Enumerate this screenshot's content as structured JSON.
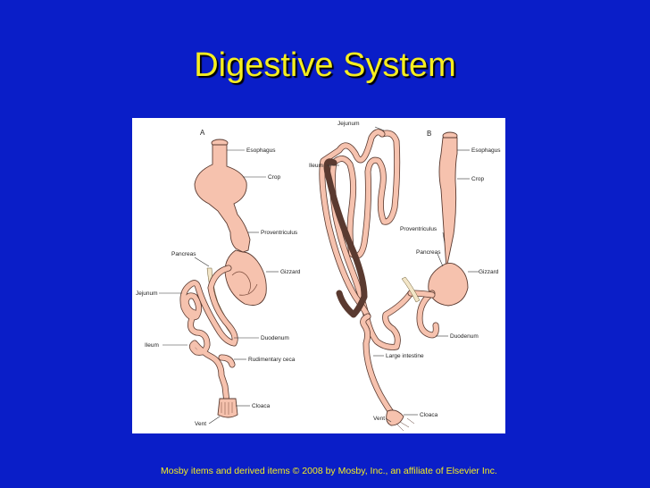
{
  "slide": {
    "title": "Digestive System",
    "footer": "Mosby items and derived items © 2008 by Mosby, Inc., an affiliate of Elsevier Inc."
  },
  "diagram": {
    "panel_a": {
      "letter": "A",
      "labels": {
        "esophagus": "Esophagus",
        "crop": "Crop",
        "proventriculus": "Proventriculus",
        "pancreas": "Pancreas",
        "gizzard": "Gizzard",
        "jejunum": "Jejunum",
        "ileum": "Ileum",
        "duodenum": "Duodenum",
        "rudimentary_ceca": "Rudimentary ceca",
        "cloaca": "Cloaca",
        "vent": "Vent"
      }
    },
    "panel_b": {
      "letter": "B",
      "labels": {
        "jejunum": "Jejunum",
        "ileum": "Ileum",
        "esophagus": "Esophagus",
        "crop": "Crop",
        "proventriculus": "Proventriculus",
        "pancreas": "Pancreas",
        "gizzard": "Gizzard",
        "duodenum": "Duodenum",
        "large_intestine": "Large intestine",
        "cloaca": "Cloaca",
        "vent": "Vent"
      }
    },
    "colors": {
      "organ_fill": "#f6c2ae",
      "organ_stroke": "#5a3a30",
      "background": "#0a1ec8",
      "title": "#f5ee20"
    }
  }
}
